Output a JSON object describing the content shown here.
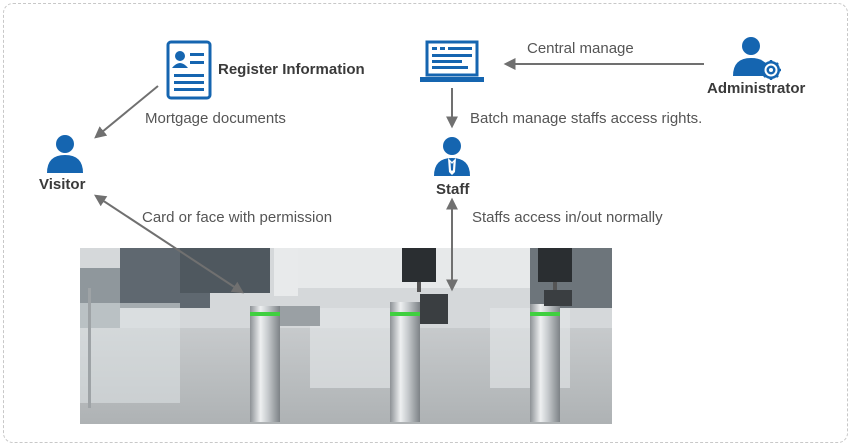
{
  "nodes": {
    "register": {
      "label": "Register Information",
      "icon": "registration-form-icon"
    },
    "visitor": {
      "label": "Visitor",
      "icon": "person-icon"
    },
    "pc": {
      "icon": "computer-monitor-icon"
    },
    "staff": {
      "label": "Staff",
      "icon": "staff-person-icon"
    },
    "administrator": {
      "label": "Administrator",
      "icon": "admin-gear-icon"
    }
  },
  "edges": {
    "register_to_visitor": "Mortgage documents",
    "visitor_gate": "Card or face with permission",
    "admin_to_pc": "Central manage",
    "pc_to_staff": "Batch manage staffs access rights.",
    "staff_gate": "Staffs access in/out normally"
  },
  "colors": {
    "icon_blue": "#1565b0",
    "arrow_gray": "#707070",
    "gate_green": "#40d040"
  }
}
